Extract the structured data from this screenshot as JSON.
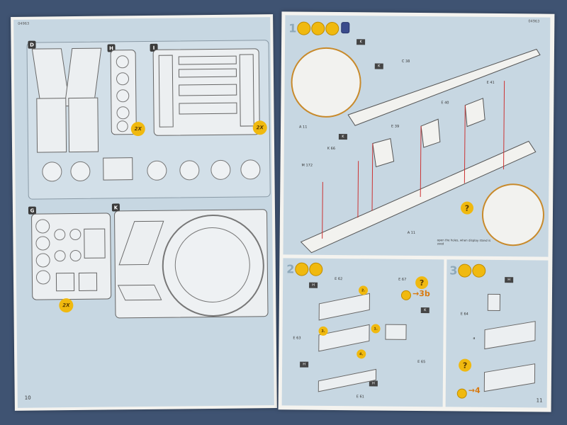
{
  "left_page": {
    "header_code": "04963",
    "page_number": "10",
    "sections": [
      "D",
      "H",
      "I",
      "G",
      "K"
    ],
    "multipliers": [
      "2X",
      "2X",
      "2X"
    ]
  },
  "right_page": {
    "header_code": "04963",
    "page_number": "11",
    "steps": [
      "1",
      "2",
      "3"
    ],
    "step1": {
      "part_labels": [
        "K",
        "K",
        "K",
        "C 38",
        "E 41",
        "E 40",
        "E 39",
        "K 66",
        "A 11",
        "A 11",
        "M 172"
      ],
      "note": "open the holes, when display stand is used"
    },
    "step2": {
      "part_labels": [
        "H",
        "E 62",
        "E 63",
        "E 65",
        "E 61",
        "H",
        "H",
        "K",
        "E 67"
      ],
      "substeps": [
        "1.",
        "2.",
        "3.",
        "4."
      ],
      "reference": "3b"
    },
    "step3": {
      "part_labels": [
        "H",
        "E 64",
        "a"
      ],
      "reference": "4"
    }
  },
  "colors": {
    "background": "#3f5372",
    "panel_blue": "#c7d7e2",
    "accent_yellow": "#f0b90f",
    "reference_orange": "#d87a10"
  }
}
